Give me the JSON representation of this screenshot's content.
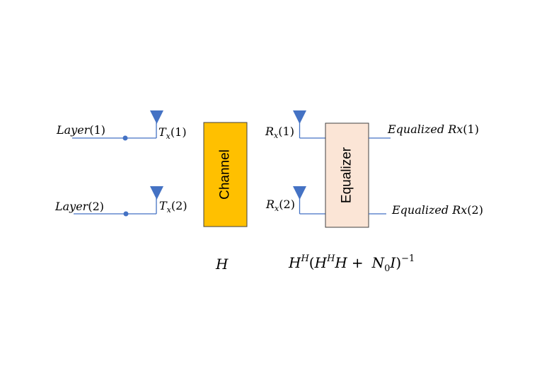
{
  "diagram": {
    "inputs": [
      {
        "label_var": "Layer",
        "label_idx": "(1)"
      },
      {
        "label_var": "Layer",
        "label_idx": "(2)"
      }
    ],
    "tx_antennas": [
      {
        "sym": "T",
        "sub": "x",
        "idx": "(1)"
      },
      {
        "sym": "T",
        "sub": "x",
        "idx": "(2)"
      }
    ],
    "channel": {
      "label": "Channel",
      "color": "#FFC000",
      "matrix": "H"
    },
    "rx_antennas": [
      {
        "sym": "R",
        "sub": "x",
        "idx": "(1)"
      },
      {
        "sym": "R",
        "sub": "x",
        "idx": "(2)"
      }
    ],
    "equalizer": {
      "label": "Equalizer",
      "color": "#FBE5D6",
      "formula": {
        "H": "H",
        "sup_H": "H",
        "open": "(",
        "H2": "H",
        "sup_H2": "H",
        "H3": "H",
        "plus": "+",
        "N": "N",
        "sub0": "0",
        "I": "I",
        "close": ")",
        "sup_inv": "−1"
      }
    },
    "outputs": [
      {
        "label": "Equalized Rx",
        "idx": "(1)"
      },
      {
        "label": "Equalized Rx",
        "idx": "(2)"
      }
    ],
    "colors": {
      "line": "#4472C4",
      "antenna": "#4472C4",
      "box_border": "#404040"
    }
  }
}
